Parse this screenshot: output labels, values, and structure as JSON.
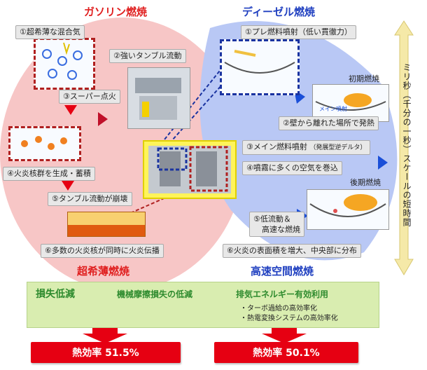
{
  "titles": {
    "gasoline": "ガソリン燃焼",
    "diesel": "ディーゼル燃焼"
  },
  "gasoline_steps": [
    "①超希薄な混合気",
    "②強いタンブル流動",
    "③スーパー点火",
    "④火炎核群を生成・蓄積",
    "⑤タンブル流動が崩壊",
    "⑥多数の火炎核が同時に火炎伝播"
  ],
  "diesel_steps": [
    "①プレ燃料噴射（低い貫徹力）",
    "②壁から離れた場所で発熱",
    "③メイン燃料噴射",
    "④噴霧に多くの空気を巻込",
    "⑤低流動＆",
    "高速な燃焼",
    "⑥火炎の表面積を増大、中央部に分布"
  ],
  "diesel_step3_note": "（発展型逆デルタ）",
  "diesel_phase_labels": {
    "initial": "初期燃焼",
    "main_injection": "メイン噴射",
    "late": "後期燃焼"
  },
  "section_titles": {
    "ultra_lean": "超希薄燃焼",
    "high_speed_space": "高速空間燃焼"
  },
  "bottom": {
    "loss_reduction": "損失低減",
    "mechanical_friction": "機械摩擦損失の低減",
    "exhaust_energy": "排気エネルギー有効利用",
    "bullet1": "・ターボ過給の高効率化",
    "bullet2": "・熱電変換システムの高効率化"
  },
  "results": {
    "gasoline": "熱効率 51.5%",
    "diesel": "熱効率 50.1%"
  },
  "scale_text": "ミリ秒（千分の一秒）スケールの短時間",
  "colors": {
    "red": "#e60012",
    "blue": "#2040c0",
    "pink_bg": "#f7c6c6",
    "blue_bg": "#b9c8f5",
    "green_box": "#d9edb0",
    "arrow_yellow": "#f5e9a8"
  }
}
